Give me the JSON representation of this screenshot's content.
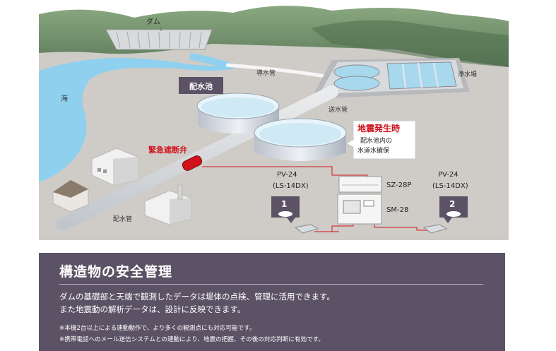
{
  "diagram": {
    "labels": {
      "dam": "ダム",
      "sea": "海",
      "conduit": "導水管",
      "purification_plant": "浄水場",
      "distribution_reservoir": "配水池",
      "delivery_pipe": "送水管",
      "emergency_valve": "緊急遮断弁",
      "distribution_pipe": "配水管"
    },
    "callout": {
      "title": "地震発生時",
      "line1": "配水池内の",
      "line2": "水道水確保"
    },
    "sensors": [
      {
        "model": "PV-24",
        "submodel": "(LS-14DX)",
        "number": "1"
      },
      {
        "model": "PV-24",
        "submodel": "(LS-14DX)",
        "number": "2"
      }
    ],
    "devices": {
      "sz": "SZ-28P",
      "sm": "SM-28"
    }
  },
  "panel": {
    "title": "構造物の安全管理",
    "line1": "ダムの基礎部と天端で観測したデータは堤体の点検、管理に活用できます。",
    "line2": "また地震動の解析データは、設計に反映できます。",
    "note1": "※本機2台以上による連動動作で、より多くの観測点にも対応可能です。",
    "note2": "※携帯電話へのメール送信システムとの連動により、地震の把握、その後の対応判断に有効です。"
  },
  "colors": {
    "panel_bg": "#5b5266",
    "ground": "#cfccc8",
    "water": "#8fd0ee",
    "mountain": "#6f8e6a",
    "alert_red": "#d0121b",
    "signal_line": "#d0121b"
  }
}
